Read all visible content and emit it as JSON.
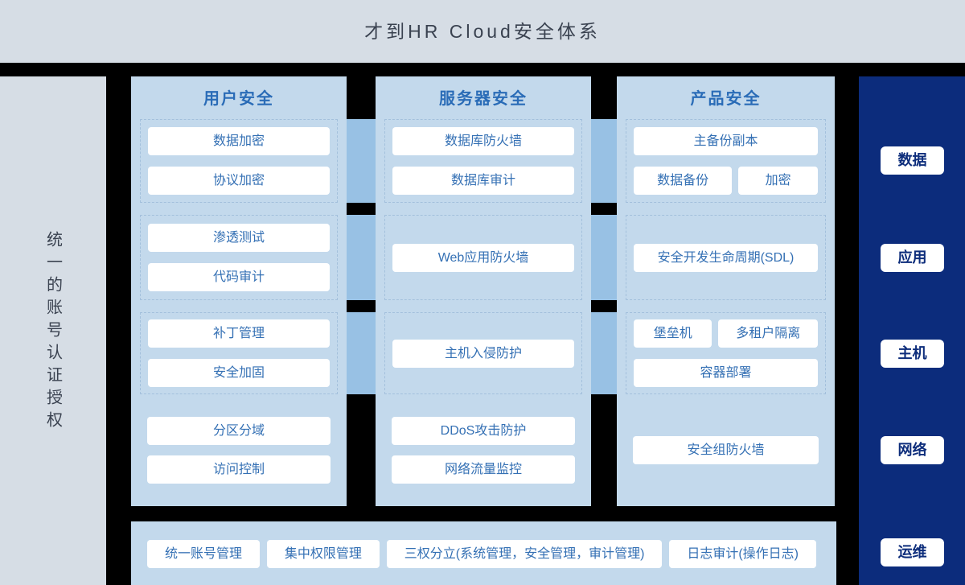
{
  "title": "才到HR Cloud安全体系",
  "left_sidebar": {
    "label": "统一的账号认证授权"
  },
  "columns": {
    "user": {
      "title": "用户安全",
      "g1": [
        "数据加密",
        "协议加密"
      ],
      "g2": [
        "渗透测试",
        "代码审计"
      ],
      "g3": [
        "补丁管理",
        "安全加固"
      ],
      "g4": [
        "分区分域",
        "访问控制"
      ]
    },
    "server": {
      "title": "服务器安全",
      "g1": [
        "数据库防火墙",
        "数据库审计"
      ],
      "g2": [
        "Web应用防火墙"
      ],
      "g3": [
        "主机入侵防护"
      ],
      "g4": [
        "DDoS攻击防护",
        "网络流量监控"
      ]
    },
    "product": {
      "title": "产品安全",
      "g1_full": "主备份副本",
      "g1_split": [
        "数据备份",
        "加密"
      ],
      "g2": [
        "安全开发生命周期(SDL)"
      ],
      "g3_split": [
        "堡垒机",
        "多租户隔离"
      ],
      "g3_full": "容器部署",
      "g4": [
        "安全组防火墙"
      ]
    }
  },
  "bottom": {
    "items": [
      "统一账号管理",
      "集中权限管理",
      "三权分立(系统管理，安全管理，审计管理)",
      "日志审计(操作日志)"
    ]
  },
  "right_sidebar": {
    "items": [
      "数据",
      "应用",
      "主机",
      "网络",
      "运维"
    ]
  },
  "colors": {
    "header_bg": "#d6dde5",
    "column_bg": "#c3d9ec",
    "connector": "#98c1e4",
    "navy": "#0c2c7c",
    "item_text": "#3470b4",
    "column_title_text": "#2a6cb7",
    "background": "#000000"
  }
}
